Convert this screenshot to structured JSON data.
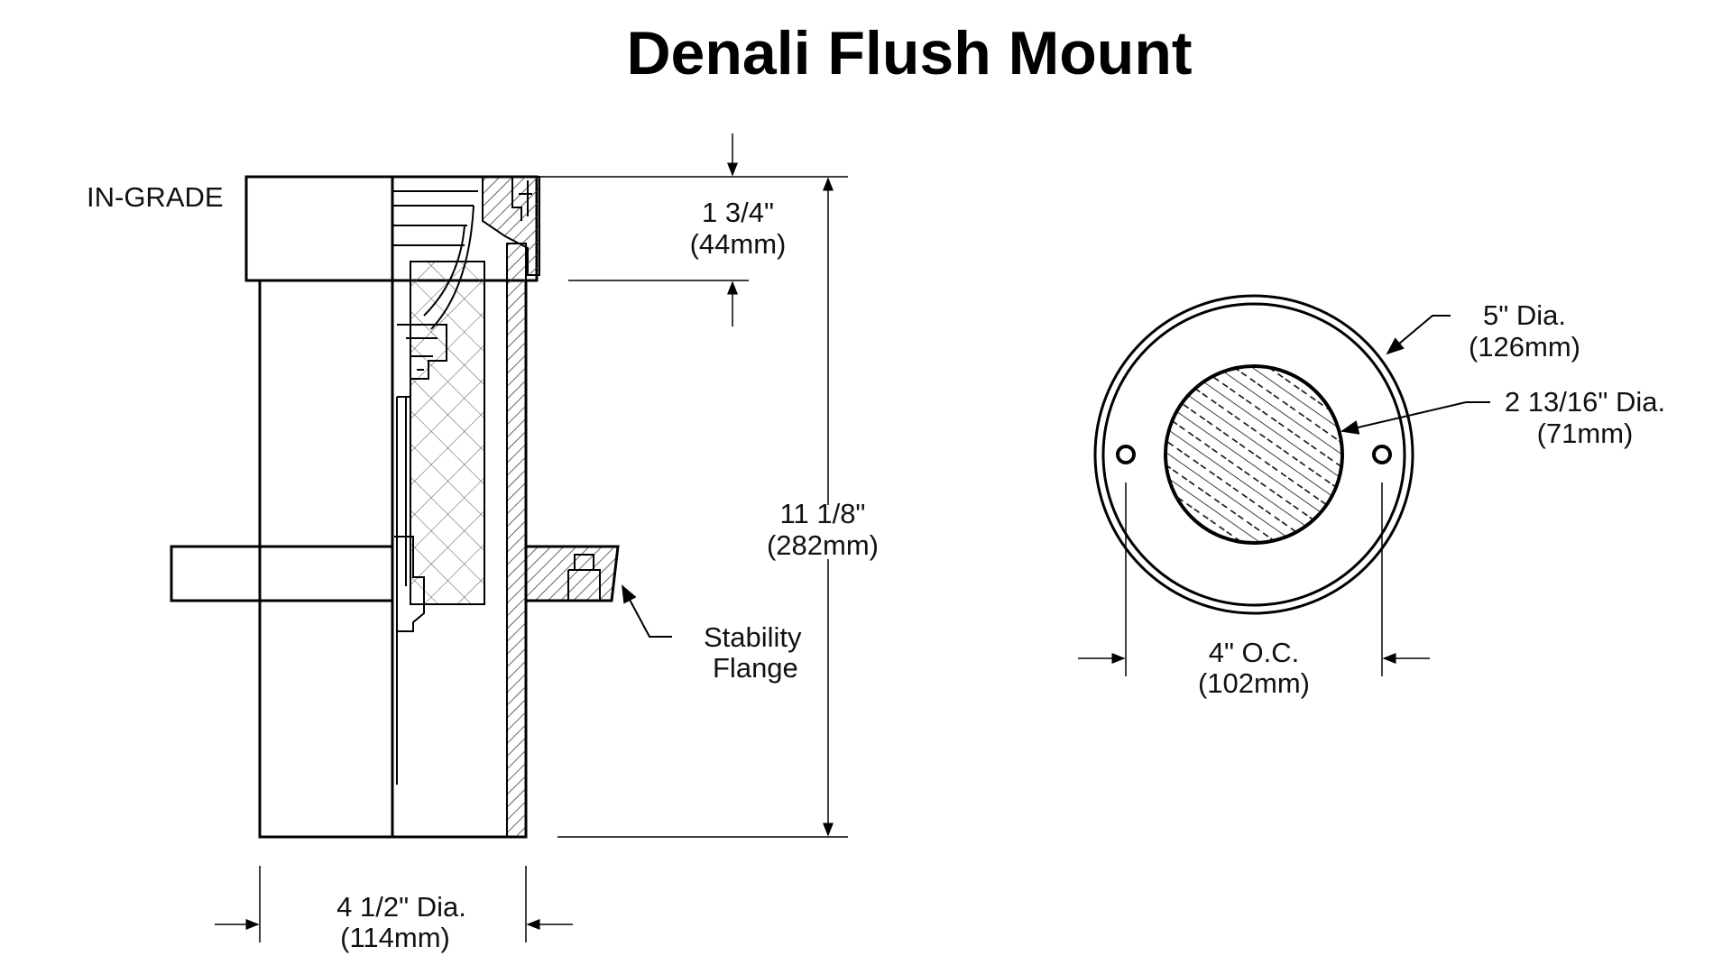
{
  "title": "Denali Flush Mount",
  "side_view": {
    "in_grade_label": "IN-GRADE",
    "top_height": {
      "imperial": "1 3/4\"",
      "metric": "(44mm)"
    },
    "overall_height": {
      "imperial": "11 1/8\"",
      "metric": "(282mm)"
    },
    "body_diameter": {
      "imperial": "4 1/2\" Dia.",
      "metric": "(114mm)"
    },
    "flange_label": {
      "line1": "Stability",
      "line2": "Flange"
    }
  },
  "top_view": {
    "outer_diameter": {
      "imperial": "5\" Dia.",
      "metric": "(126mm)"
    },
    "lens_diameter": {
      "imperial": "2 13/16\" Dia.",
      "metric": "(71mm)"
    },
    "hole_spacing": {
      "imperial": "4\" O.C.",
      "metric": "(102mm)"
    }
  },
  "colors": {
    "line": "#000000",
    "background": "#ffffff"
  }
}
